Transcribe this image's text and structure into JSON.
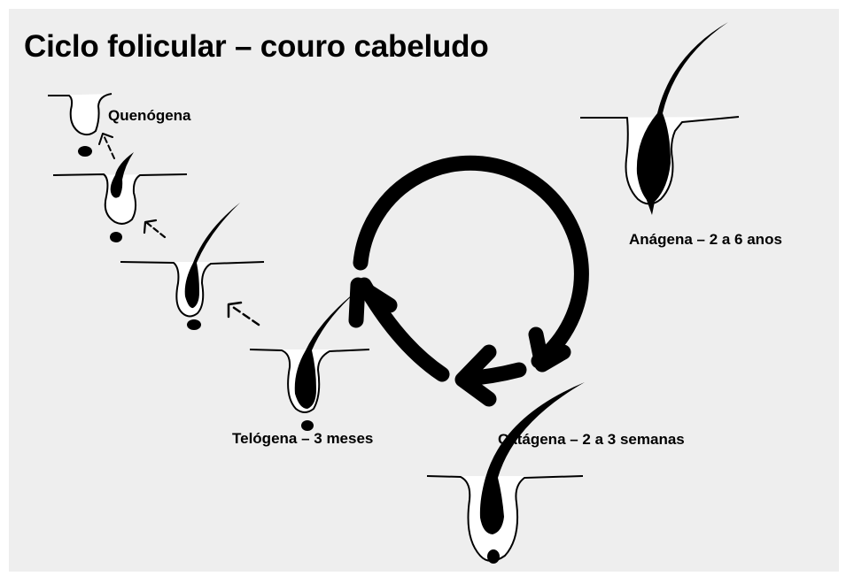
{
  "title": "Ciclo folicular – couro cabeludo",
  "phases": {
    "quenogena": "Quenógena",
    "anagena": "Anágena – 2 a 6 anos",
    "catagena": "Catágena – 2 a 3 semanas",
    "telogena": "Telógena – 3 meses"
  },
  "colors": {
    "background": "#eeeeee",
    "ink": "#000000",
    "follicle_fill": "#ffffff"
  },
  "icons": {
    "cycle_arrow": "circular-arrow-icon",
    "transition_arrow": "dashed-arrow-icon"
  }
}
